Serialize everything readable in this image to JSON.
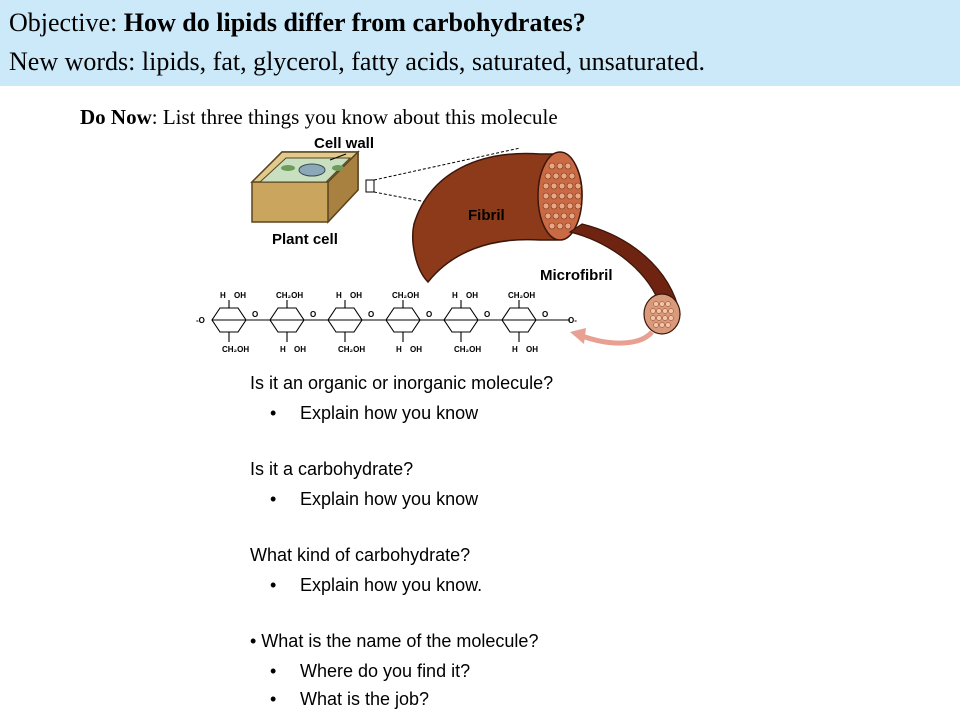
{
  "header": {
    "objective_label": "Objective: ",
    "objective_text": "How do lipids differ from carbohydrates?",
    "new_words": "New words: lipids, fat, glycerol, fatty acids, saturated, unsaturated."
  },
  "do_now": {
    "label": "Do Now",
    "text": ": List three things you know about this molecule"
  },
  "figure": {
    "labels": {
      "cell_wall": "Cell wall",
      "fibril": "Fibril",
      "plant_cell": "Plant cell",
      "microfibril": "Microfibril"
    }
  },
  "questions": [
    {
      "text": "Is it an organic or inorganic molecule?",
      "subs": [
        "Explain how you know"
      ]
    },
    {
      "text": "Is it a carbohydrate?",
      "subs": [
        "Explain how you know"
      ]
    },
    {
      "text": "What kind of carbohydrate?",
      "subs": [
        "Explain how you know."
      ]
    },
    {
      "text": "• What is the name of the molecule?",
      "subs": [
        "Where do you find it?",
        "What is the job?"
      ]
    }
  ],
  "colors": {
    "header_bg": "#cce9f9",
    "cell_wall": "#b5914b",
    "fibril": "#7a2a12",
    "microfibril_arrow": "#e8a092"
  }
}
